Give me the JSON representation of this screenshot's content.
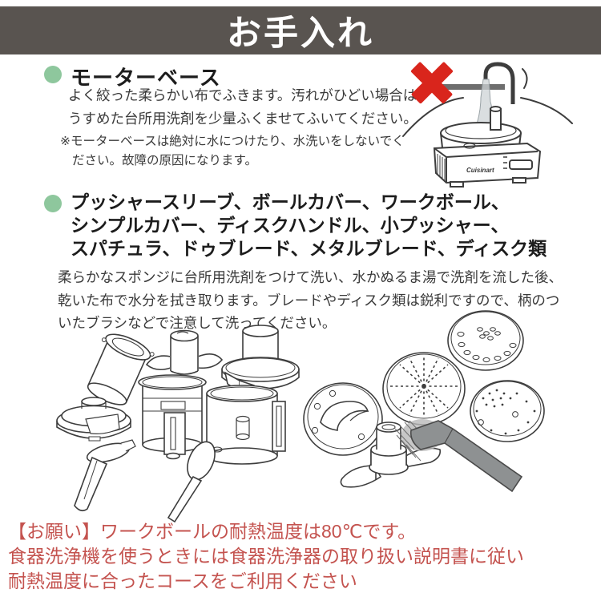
{
  "page": {
    "title": "お手入れ"
  },
  "colors": {
    "title_bar_bg": "#595450",
    "title_text": "#ffffff",
    "bullet_green": "#8ec79d",
    "body_text": "#3a3a3a",
    "warning_red": "#c4534f",
    "prohibit_x_red": "#d9251c"
  },
  "section_motor": {
    "heading": "モーターベース",
    "body_line1": "よく絞った柔らかい布でふきます。汚れがひどい場合は、",
    "body_line2": "うすめた台所用洗剤を少量ふくませてふいてください。",
    "note_line1": "※モーターベースは絶対に水につけたり、水洗いをしないでく",
    "note_line2": "ださい。故障の原因になります。"
  },
  "illustration_no_wash": {
    "description": "食器洗い禁止（水洗い禁止）イラスト",
    "brand_text": "Cuisinart"
  },
  "section_parts": {
    "heading_line1": "プッシャースリーブ、ボールカバー、ワークボール、",
    "heading_line2": "シンプルカバー、ディスクハンドル、小プッシャー、",
    "heading_line3": "スパチュラ、ドゥブレード、メタルブレード、ディスク類",
    "body_line1": "柔らかなスポンジに台所用洗剤をつけて洗い、水かぬるま湯で洗剤を流した後、",
    "body_line2": "乾いた布で水分を拭き取ります。ブレードやディスク類は鋭利ですので、柄のつ",
    "body_line3": "いたブラシなどで注意して洗ってください。"
  },
  "warning": {
    "line1": "【お願い】ワークボールの耐熱温度は80℃です。",
    "line2": "食器洗浄機を使うときには食器洗浄器の取り扱い説明書に従い",
    "line3": "耐熱温度に合ったコースをご利用ください"
  }
}
